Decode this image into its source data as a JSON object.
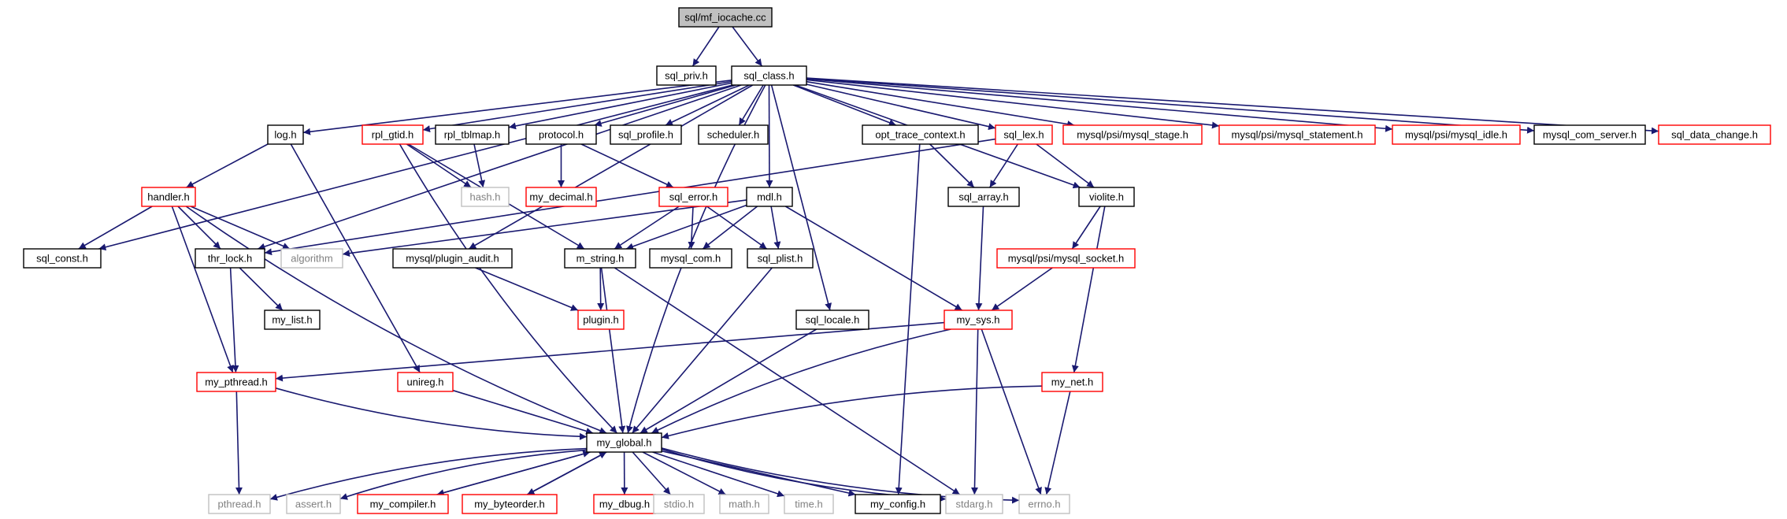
{
  "diagram": {
    "title": "sql/mf_iocache.cc",
    "colors": {
      "edge": "#191970",
      "root_fill": "#c0c0c0",
      "border_black": "#000000",
      "border_red": "#ff0000",
      "border_grey": "#c0c0c0"
    },
    "nodes": [
      {
        "id": "root",
        "label": "sql/mf_iocache.cc",
        "style": "root"
      },
      {
        "id": "sql_priv",
        "label": "sql_priv.h",
        "style": "black"
      },
      {
        "id": "sql_class",
        "label": "sql_class.h",
        "style": "black"
      },
      {
        "id": "log",
        "label": "log.h",
        "style": "black"
      },
      {
        "id": "rpl_gtid",
        "label": "rpl_gtid.h",
        "style": "red"
      },
      {
        "id": "rpl_tblmap",
        "label": "rpl_tblmap.h",
        "style": "black"
      },
      {
        "id": "protocol",
        "label": "protocol.h",
        "style": "black"
      },
      {
        "id": "sql_profile",
        "label": "sql_profile.h",
        "style": "black"
      },
      {
        "id": "scheduler",
        "label": "scheduler.h",
        "style": "black"
      },
      {
        "id": "opt_trace",
        "label": "opt_trace_context.h",
        "style": "black"
      },
      {
        "id": "sql_lex",
        "label": "sql_lex.h",
        "style": "red"
      },
      {
        "id": "psi_stage",
        "label": "mysql/psi/mysql_stage.h",
        "style": "red"
      },
      {
        "id": "psi_statement",
        "label": "mysql/psi/mysql_statement.h",
        "style": "red"
      },
      {
        "id": "psi_idle",
        "label": "mysql/psi/mysql_idle.h",
        "style": "red"
      },
      {
        "id": "com_server",
        "label": "mysql_com_server.h",
        "style": "black"
      },
      {
        "id": "data_change",
        "label": "sql_data_change.h",
        "style": "red"
      },
      {
        "id": "handler",
        "label": "handler.h",
        "style": "red"
      },
      {
        "id": "hash",
        "label": "hash.h",
        "style": "grey"
      },
      {
        "id": "my_decimal",
        "label": "my_decimal.h",
        "style": "red"
      },
      {
        "id": "sql_error",
        "label": "sql_error.h",
        "style": "red"
      },
      {
        "id": "mdl",
        "label": "mdl.h",
        "style": "black"
      },
      {
        "id": "sql_array",
        "label": "sql_array.h",
        "style": "black"
      },
      {
        "id": "violite",
        "label": "violite.h",
        "style": "black"
      },
      {
        "id": "sql_const",
        "label": "sql_const.h",
        "style": "black"
      },
      {
        "id": "thr_lock",
        "label": "thr_lock.h",
        "style": "black"
      },
      {
        "id": "algorithm",
        "label": "algorithm",
        "style": "grey"
      },
      {
        "id": "plugin_audit",
        "label": "mysql/plugin_audit.h",
        "style": "black"
      },
      {
        "id": "m_string",
        "label": "m_string.h",
        "style": "black"
      },
      {
        "id": "mysql_com",
        "label": "mysql_com.h",
        "style": "black"
      },
      {
        "id": "sql_plist",
        "label": "sql_plist.h",
        "style": "black"
      },
      {
        "id": "psi_socket",
        "label": "mysql/psi/mysql_socket.h",
        "style": "red"
      },
      {
        "id": "my_list",
        "label": "my_list.h",
        "style": "black"
      },
      {
        "id": "plugin",
        "label": "plugin.h",
        "style": "red"
      },
      {
        "id": "sql_locale",
        "label": "sql_locale.h",
        "style": "black"
      },
      {
        "id": "my_sys",
        "label": "my_sys.h",
        "style": "red"
      },
      {
        "id": "my_pthread",
        "label": "my_pthread.h",
        "style": "red"
      },
      {
        "id": "unireg",
        "label": "unireg.h",
        "style": "red"
      },
      {
        "id": "my_net",
        "label": "my_net.h",
        "style": "red"
      },
      {
        "id": "my_global",
        "label": "my_global.h",
        "style": "black"
      },
      {
        "id": "pthread",
        "label": "pthread.h",
        "style": "grey"
      },
      {
        "id": "assert",
        "label": "assert.h",
        "style": "grey"
      },
      {
        "id": "my_compiler",
        "label": "my_compiler.h",
        "style": "red"
      },
      {
        "id": "my_byteorder",
        "label": "my_byteorder.h",
        "style": "red"
      },
      {
        "id": "my_dbug",
        "label": "my_dbug.h",
        "style": "red"
      },
      {
        "id": "stdio",
        "label": "stdio.h",
        "style": "grey"
      },
      {
        "id": "math",
        "label": "math.h",
        "style": "grey"
      },
      {
        "id": "time",
        "label": "time.h",
        "style": "grey"
      },
      {
        "id": "my_config",
        "label": "my_config.h",
        "style": "black"
      },
      {
        "id": "stdarg",
        "label": "stdarg.h",
        "style": "grey"
      },
      {
        "id": "errno",
        "label": "errno.h",
        "style": "grey"
      }
    ],
    "edges": [
      [
        "root",
        "sql_priv"
      ],
      [
        "root",
        "sql_class"
      ],
      [
        "sql_class",
        "log"
      ],
      [
        "sql_class",
        "rpl_gtid"
      ],
      [
        "sql_class",
        "rpl_tblmap"
      ],
      [
        "sql_class",
        "protocol"
      ],
      [
        "sql_class",
        "sql_profile"
      ],
      [
        "sql_class",
        "scheduler"
      ],
      [
        "sql_class",
        "opt_trace"
      ],
      [
        "sql_class",
        "sql_lex"
      ],
      [
        "sql_class",
        "psi_stage"
      ],
      [
        "sql_class",
        "psi_statement"
      ],
      [
        "sql_class",
        "psi_idle"
      ],
      [
        "sql_class",
        "com_server"
      ],
      [
        "sql_class",
        "data_change"
      ],
      [
        "sql_class",
        "violite"
      ],
      [
        "sql_class",
        "mdl"
      ],
      [
        "sql_class",
        "sql_locale"
      ],
      [
        "sql_class",
        "sql_const"
      ],
      [
        "sql_class",
        "thr_lock"
      ],
      [
        "sql_class",
        "my_global"
      ],
      [
        "sql_class",
        "plugin_audit"
      ],
      [
        "log",
        "handler"
      ],
      [
        "log",
        "unireg"
      ],
      [
        "rpl_gtid",
        "hash"
      ],
      [
        "rpl_gtid",
        "m_string"
      ],
      [
        "rpl_gtid",
        "my_global"
      ],
      [
        "rpl_tblmap",
        "hash"
      ],
      [
        "protocol",
        "my_decimal"
      ],
      [
        "protocol",
        "sql_error"
      ],
      [
        "sql_lex",
        "sql_array"
      ],
      [
        "sql_lex",
        "violite"
      ],
      [
        "sql_lex",
        "thr_lock"
      ],
      [
        "opt_trace",
        "sql_array"
      ],
      [
        "opt_trace",
        "my_config"
      ],
      [
        "handler",
        "sql_const"
      ],
      [
        "handler",
        "thr_lock"
      ],
      [
        "handler",
        "algorithm"
      ],
      [
        "handler",
        "my_pthread"
      ],
      [
        "handler",
        "my_global"
      ],
      [
        "sql_error",
        "m_string"
      ],
      [
        "sql_error",
        "mysql_com"
      ],
      [
        "sql_error",
        "sql_plist"
      ],
      [
        "mdl",
        "m_string"
      ],
      [
        "mdl",
        "mysql_com"
      ],
      [
        "mdl",
        "sql_plist"
      ],
      [
        "mdl",
        "algorithm"
      ],
      [
        "mdl",
        "my_sys"
      ],
      [
        "sql_array",
        "my_sys"
      ],
      [
        "violite",
        "psi_socket"
      ],
      [
        "violite",
        "my_net"
      ],
      [
        "thr_lock",
        "my_list"
      ],
      [
        "thr_lock",
        "my_pthread"
      ],
      [
        "plugin_audit",
        "plugin"
      ],
      [
        "m_string",
        "plugin"
      ],
      [
        "m_string",
        "my_global"
      ],
      [
        "m_string",
        "stdarg"
      ],
      [
        "sql_plist",
        "my_global"
      ],
      [
        "psi_socket",
        "my_sys"
      ],
      [
        "sql_locale",
        "my_global"
      ],
      [
        "my_sys",
        "my_pthread"
      ],
      [
        "my_sys",
        "my_global"
      ],
      [
        "my_sys",
        "stdarg"
      ],
      [
        "my_sys",
        "errno"
      ],
      [
        "my_pthread",
        "pthread"
      ],
      [
        "my_pthread",
        "my_global"
      ],
      [
        "unireg",
        "my_global"
      ],
      [
        "my_net",
        "my_global"
      ],
      [
        "my_net",
        "errno"
      ],
      [
        "my_global",
        "pthread"
      ],
      [
        "my_global",
        "assert"
      ],
      [
        "my_global",
        "my_compiler"
      ],
      [
        "my_global",
        "my_byteorder"
      ],
      [
        "my_global",
        "my_dbug"
      ],
      [
        "my_global",
        "stdio"
      ],
      [
        "my_global",
        "math"
      ],
      [
        "my_global",
        "time"
      ],
      [
        "my_global",
        "my_config"
      ],
      [
        "my_global",
        "stdarg"
      ],
      [
        "my_global",
        "errno"
      ],
      [
        "my_compiler",
        "my_global"
      ],
      [
        "my_byteorder",
        "my_global"
      ]
    ]
  }
}
